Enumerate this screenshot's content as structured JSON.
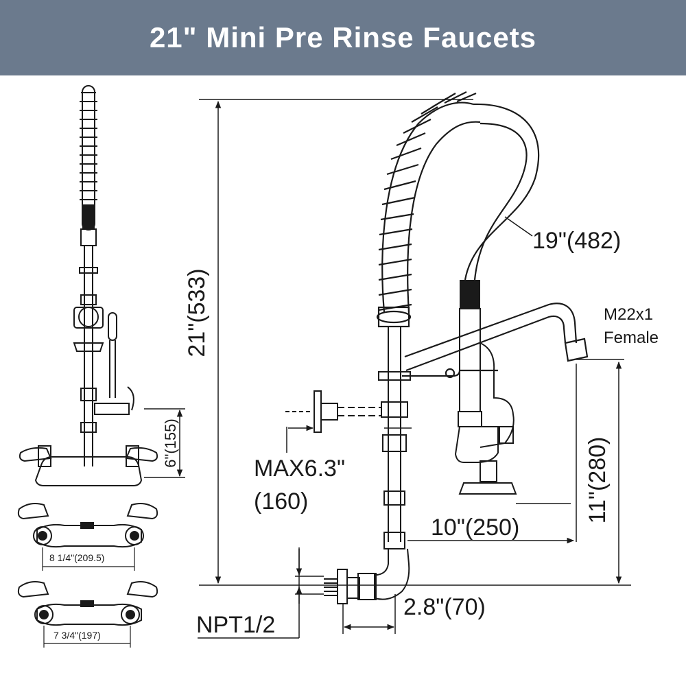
{
  "title": "21\" Mini Pre Rinse Faucets",
  "dimensions": {
    "overall_height": "21\"(533)",
    "hose_length": "19\"(482)",
    "outlet_thread_line1": "M22x1",
    "outlet_thread_line2": "Female",
    "outlet_height": "11\"(280)",
    "spout_reach": "10\"(250)",
    "wall_bracket_max_line1": "MAX6.3\"",
    "wall_bracket_max_line2": "(160)",
    "inlet_thread": "NPT1/2",
    "inlet_offset": "2.8\"(70)",
    "side_riser_height": "6\"(155)",
    "center_spacing_a": "8 1/4\"(209.5)",
    "center_spacing_b": "7 3/4\"(197)"
  }
}
